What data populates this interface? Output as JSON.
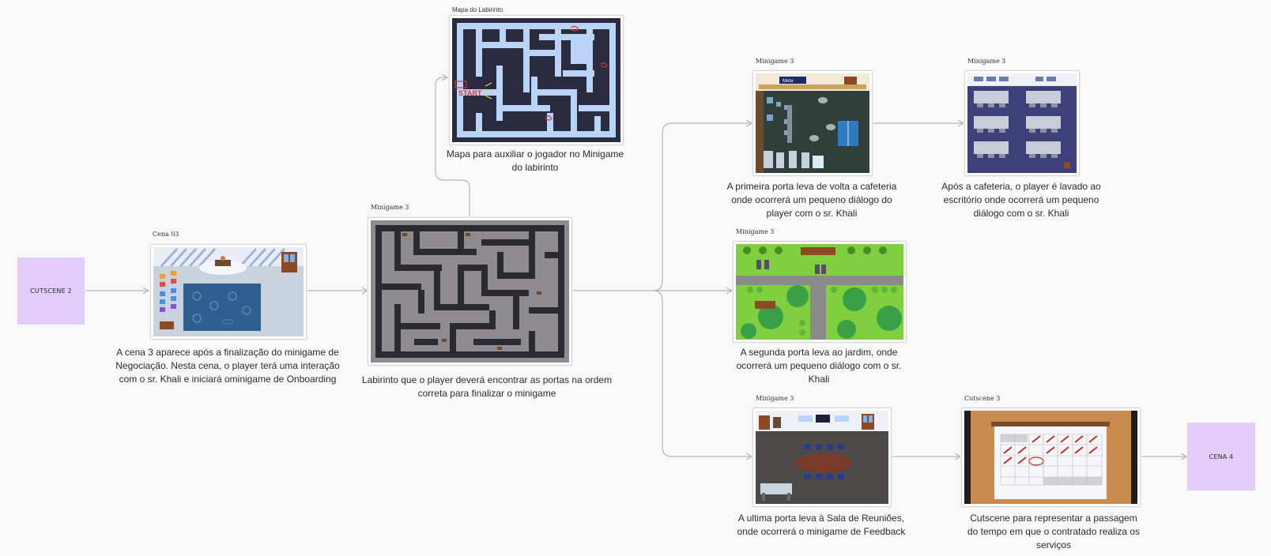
{
  "stickies": {
    "start": "CUTSCENE 2",
    "end": "CENA 4"
  },
  "frames": {
    "cena03": {
      "label": "Cena 03",
      "caption": [
        "A cena 3 aparece após a finalização do minigame de",
        "Negociação. Nesta cena, o player terá uma interação",
        "com o sr. Khali e iniciará ominigame de Onboarding"
      ]
    },
    "labirinto": {
      "label": "Minigame 3",
      "caption": [
        "Labirinto que o player deverá encontrar as portas na ordem",
        "correta para finalizar o minigame"
      ]
    },
    "mapa": {
      "label": "Mapa do Labirinto",
      "caption": [
        "Mapa para auxiliar o jogador no Minigame",
        "do labirinto"
      ],
      "sketch_text": "START"
    },
    "cafeteria": {
      "label": "Minigame 3",
      "caption": [
        "A primeira porta leva de volta a cafeteria",
        "onde ocorrerá um pequeno diálogo do",
        "player com o sr. Khali"
      ],
      "sign_text": "Meta"
    },
    "escritorio": {
      "label": "Minigame 3",
      "caption": [
        "Após a cafeteria,  o player é lavado ao",
        "escritório onde ocorrerá um pequeno",
        "diálogo com o sr. Khali"
      ]
    },
    "jardim": {
      "label": "Minigame 3",
      "caption": [
        "A segunda porta leva ao jardim, onde",
        "ocorrerá um pequeno diálogo com o sr.",
        "Khali"
      ]
    },
    "reunioes": {
      "label": "Minigame 3",
      "caption": [
        "A ultima porta leva à Sala de Reuniões,",
        "onde ocorrerá o minigame de Feedback"
      ]
    },
    "cutscene3": {
      "label": "Cutscene 3",
      "caption": [
        "Cutscene para representar a passagem",
        "do tempo em que o contratado realiza os",
        "serviços"
      ]
    }
  },
  "colors": {
    "sticky": "#e2cdfa",
    "connector": "#a8a8ab",
    "maze_wall": "#1f2233",
    "maze_path": "#b9d4f7"
  }
}
